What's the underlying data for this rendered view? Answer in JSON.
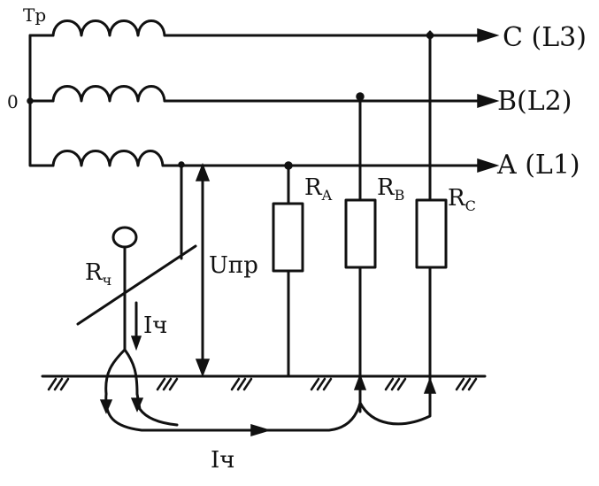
{
  "labels": {
    "transformer": "Tp",
    "neutral": "0",
    "line_c": "C (L3)",
    "line_b": "B(L2)",
    "line_a": "A (L1)",
    "r": "R",
    "r_a_sub": "A",
    "r_b_sub": "B",
    "r_c_sub": "C",
    "r_person_sub": "ч",
    "voltage": "Uпр",
    "current_person": "Iч",
    "current_ground": "Iч"
  },
  "colors": {
    "ink": "#111111",
    "paper": "#ffffff"
  }
}
